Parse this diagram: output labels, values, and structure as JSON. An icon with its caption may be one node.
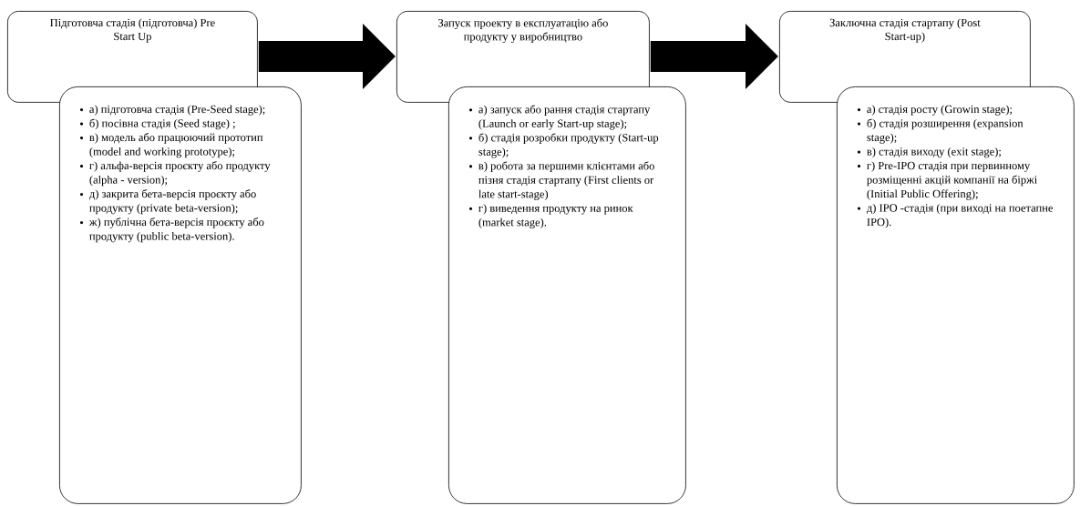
{
  "diagram": {
    "nodes": [
      {
        "text": [
          "Підготовча стадія (підготовча) Pre Start Up"
        ]
      },
      {
        "text": [
          "а) підготовча стадія (Pre-Seed stage);",
          "б) посівна стадія (Seed stage) ;",
          "в) модель або працюючий прототип (model and working prototype);",
          "г) альфа-версія проєкту або продукту (alpha - version);",
          "д) закрита бета-версія проєкту або продукту (private beta-version);",
          "ж) публічна бета-версія проєкту або продукту (public beta-version)."
        ]
      },
      {
        "text": [
          "Запуск проекту в експлуатацію або продукту у виробництво"
        ]
      },
      {
        "text": [
          "а) запуск або рання стадія стартапу (Launch or early Start-up stage);",
          "б) стадія розробки продукту (Start-up stage);",
          "в) робота за першими клієнтами або пізня стадія стартапу (First clients or late start-stage)",
          "г) виведення продукту на ринок (market stage)."
        ]
      },
      {
        "text": [
          "Заключна стадія стартапу (Post Start-up)"
        ]
      },
      {
        "text": [
          "а) стадія росту (Growin stage);",
          "б) стадія розширення (expansion stage);",
          "в) стадія виходу (exit stage);",
          "г) Pre-IPO стадія при первинному розміщенні акцій компанії на біржі (Initial Public Offering);",
          "д) IPO -стадія (при виході на поетапне IPO)."
        ]
      }
    ],
    "edges": [
      {
        "from": 0,
        "to": 2,
        "arrow": "to"
      },
      {
        "from": 2,
        "to": 4,
        "arrow": "to"
      }
    ]
  }
}
